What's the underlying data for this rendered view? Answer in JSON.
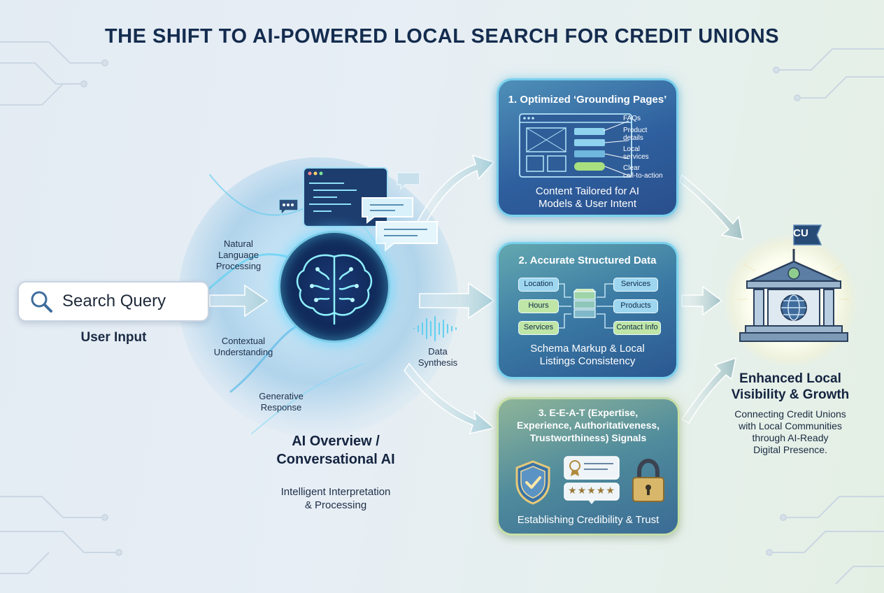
{
  "title": "THE SHIFT TO AI-POWERED LOCAL SEARCH FOR CREDIT UNIONS",
  "search": {
    "query_text": "Search Query",
    "caption": "User Input",
    "icon": "search-icon"
  },
  "ai": {
    "labels": {
      "nlp": [
        "Natural",
        "Language",
        "Processing"
      ],
      "contextual": [
        "Contextual",
        "Understanding"
      ],
      "generative": [
        "Generative",
        "Response"
      ],
      "synthesis": [
        "Data",
        "Synthesis"
      ]
    },
    "title_lines": [
      "AI Overview /",
      "Conversational AI"
    ],
    "subtitle_lines": [
      "Intelligent Interpretation",
      "& Processing"
    ],
    "icons": [
      "brain-icon",
      "chat-bubble-icon",
      "code-window-icon",
      "waveform-icon"
    ]
  },
  "cards": {
    "grounding": {
      "title": "1. Optimized ‘Grounding Pages’",
      "callouts": [
        [
          "FAQs"
        ],
        [
          "Product",
          "details"
        ],
        [
          "Local",
          "services"
        ],
        [
          "Clear",
          "call-to-action"
        ]
      ],
      "subtitle_lines": [
        "Content Tailored for AI",
        "Models & User Intent"
      ],
      "icon": "webpage-wireframe-icon"
    },
    "structured": {
      "title": "2. Accurate Structured Data",
      "left_nodes": [
        "Location",
        "Hours",
        "Services"
      ],
      "right_nodes": [
        "Services",
        "Products",
        "Contact Info"
      ],
      "subtitle_lines": [
        "Schema Markup & Local",
        "Listings Consistency"
      ],
      "icon": "database-icon"
    },
    "eeat": {
      "title_lines": [
        "3. E-E-A-T (Expertise,",
        "Experience, Authoritativeness,",
        "Trustworthiness) Signals"
      ],
      "subtitle": "Establishing Credibility & Trust",
      "stars": "★★★★★",
      "icons": [
        "shield-check-icon",
        "certificate-icon",
        "rating-stars-icon",
        "padlock-icon"
      ]
    }
  },
  "outcome": {
    "badge": "CU",
    "title_lines": [
      "Enhanced Local",
      "Visibility & Growth"
    ],
    "subtitle_lines": [
      "Connecting Credit Unions",
      "with Local Communities",
      "through AI-Ready",
      "Digital Presence."
    ],
    "icon": "bank-building-icon"
  },
  "colors": {
    "title": "#142c4e",
    "accent_cyan": "#5fd6f5",
    "arrow": "#9cc7d6",
    "card_blue": "#2e5f9e",
    "card_green": "#8fb59a",
    "node_blue": "#9ed6f0",
    "node_green": "#bfe6a6",
    "gold": "#c9a85a"
  }
}
